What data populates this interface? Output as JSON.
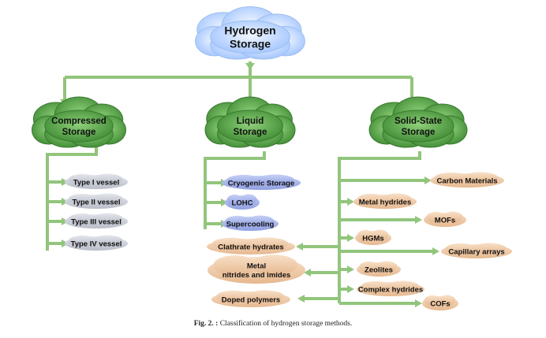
{
  "root": {
    "lines": [
      "Hydrogen",
      "Storage"
    ]
  },
  "categories": [
    {
      "id": "compressed",
      "lines": [
        "Compressed",
        "Storage"
      ],
      "color": "#5aa347"
    },
    {
      "id": "liquid",
      "lines": [
        "Liquid",
        "Storage"
      ],
      "color": "#5aa347"
    },
    {
      "id": "solid",
      "lines": [
        "Solid-State",
        "Storage"
      ],
      "color": "#5aa347"
    }
  ],
  "compressed_items": [
    "Type I vessel",
    "Type II vessel",
    "Type III vessel",
    "Type IV vessel"
  ],
  "liquid_items": [
    "Cryogenic Storage",
    "LOHC",
    "Supercooling"
  ],
  "solid_right_items": [
    "Carbon Materials",
    "Metal hydrides",
    "MOFs",
    "HGMs",
    "Capillary arrays",
    "Zeolites",
    "Complex hydrides",
    "COFs"
  ],
  "solid_left_items": [
    {
      "lines": [
        "Clathrate hydrates"
      ]
    },
    {
      "lines": [
        "Metal",
        "nitrides and imides"
      ]
    },
    {
      "lines": [
        "Doped polymers"
      ]
    }
  ],
  "caption": {
    "label": "Fig. 2. :",
    "text": "Classification of hydrogen storage methods."
  },
  "colors": {
    "connector": "#92c57c",
    "root_cloud": "#b7d4ff",
    "category_cloud": "#5aa347",
    "gray_cloud": "#cfd3dc",
    "blue_cloud": "#aebbee",
    "peach_cloud": "#f0cfae"
  }
}
